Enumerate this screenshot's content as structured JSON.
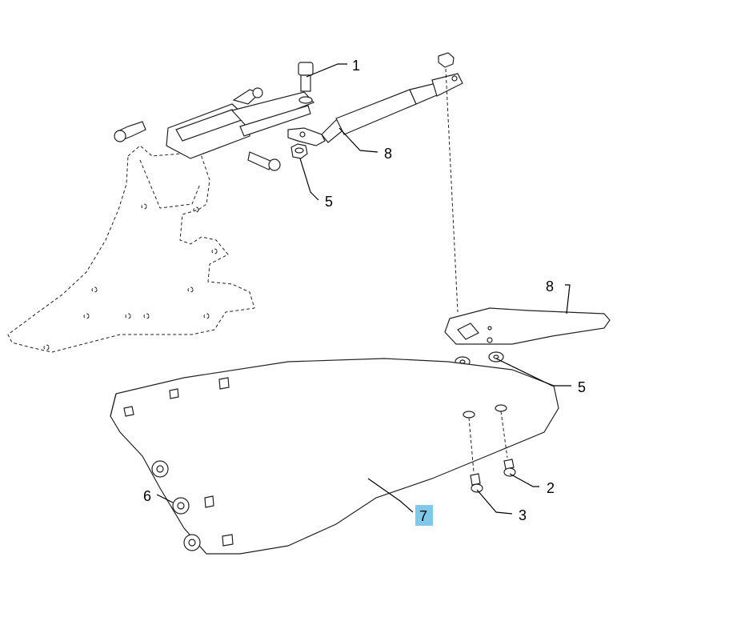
{
  "diagram": {
    "callouts": [
      {
        "id": "c1",
        "label": "1"
      },
      {
        "id": "c8a",
        "label": "8"
      },
      {
        "id": "c5a",
        "label": "5"
      },
      {
        "id": "c8b",
        "label": "8"
      },
      {
        "id": "c5b",
        "label": "5"
      },
      {
        "id": "c2",
        "label": "2"
      },
      {
        "id": "c3",
        "label": "3"
      },
      {
        "id": "c6",
        "label": "6"
      },
      {
        "id": "c7",
        "label": "7"
      }
    ],
    "highlighted_callout": "7",
    "colors": {
      "line": "#222222",
      "highlight": "#7fc8e8",
      "background": "#ffffff"
    }
  }
}
